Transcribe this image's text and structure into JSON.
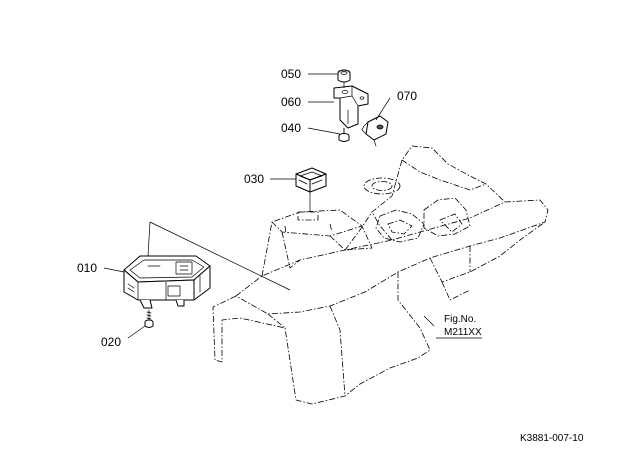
{
  "callouts": {
    "c010": "010",
    "c020": "020",
    "c030": "030",
    "c040": "040",
    "c050": "050",
    "c060": "060",
    "c070": "070"
  },
  "figure": {
    "label": "Fig.No.",
    "number": "M211XX"
  },
  "drawing_code": "K3881-007-10"
}
